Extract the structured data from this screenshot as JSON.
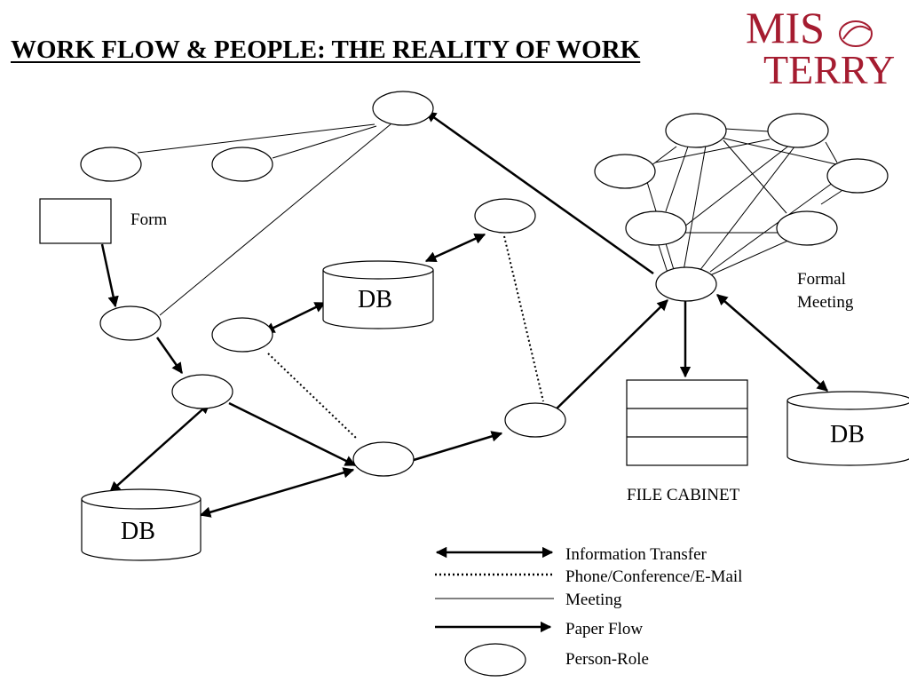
{
  "title": "WORK FLOW & PEOPLE: THE REALITY OF WORK",
  "logo": {
    "line1": "MIS",
    "line2": "TERRY",
    "color": "#a51c30"
  },
  "labels": {
    "form": "Form",
    "formal_meeting_1": "Formal",
    "formal_meeting_2": "Meeting",
    "file_cabinet": "FILE CABINET",
    "db": "DB"
  },
  "legend": {
    "information_transfer": "Information Transfer",
    "phone_conference_email": "Phone/Conference/E-Mail",
    "meeting": "Meeting",
    "paper_flow": "Paper Flow",
    "person_role": "Person-Role"
  }
}
